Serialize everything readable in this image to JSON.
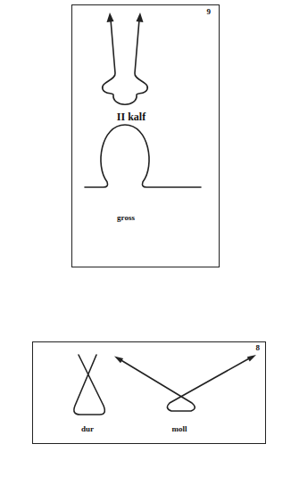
{
  "diagram": {
    "nodes": [
      {
        "text": [
          "9",
          "II kalf",
          "gross"
        ]
      },
      {
        "text": [
          "8",
          "dur",
          "moll"
        ]
      }
    ]
  }
}
